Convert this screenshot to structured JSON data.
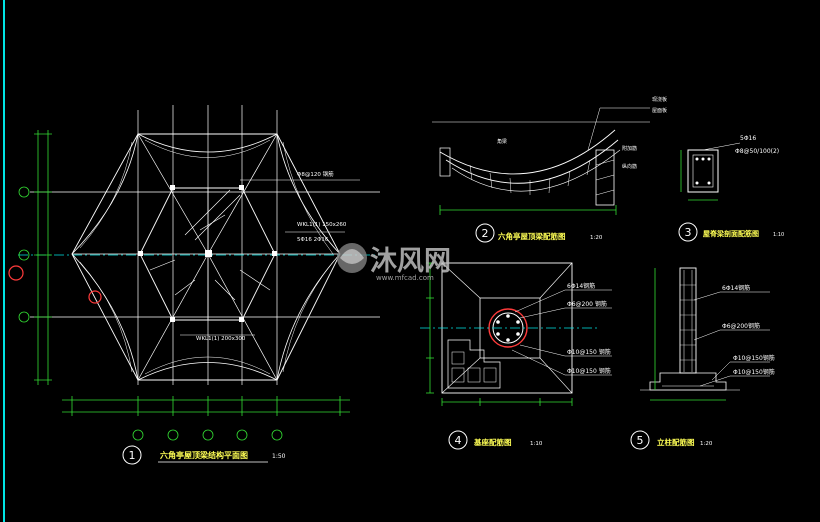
{
  "drawings": {
    "d1": {
      "number": "1",
      "title": "六角亭屋顶梁结构平面图",
      "scale": "1:50",
      "labels": [
        "WKL1(1) 150x260",
        "Φ8@120 钢筋",
        "5Φ16 2Φ16",
        "WKL1(1) 200x300"
      ]
    },
    "d2": {
      "number": "2",
      "title": "六角亭屋顶梁配筋图",
      "scale": "1:20",
      "labels": [
        "现浇板",
        "屋面板",
        "角梁",
        "附加筋",
        "纵向筋"
      ]
    },
    "d3": {
      "number": "3",
      "title": "屋脊梁剖面配筋图",
      "scale": "1:10",
      "labels": [
        "5Φ16",
        "Φ8@50/100(2)"
      ]
    },
    "d4": {
      "number": "4",
      "title": "基座配筋图",
      "scale": "1:10",
      "labels": [
        "6Φ14钢筋",
        "Φ6@200 钢筋",
        "Φ10@150 钢筋",
        "Φ10@150 钢筋"
      ]
    },
    "d5": {
      "number": "5",
      "title": "立柱配筋图",
      "scale": "1:20",
      "labels": [
        "6Φ14钢筋",
        "Φ6@200钢筋",
        "Φ10@150钢筋",
        "Φ10@150钢筋"
      ]
    }
  },
  "watermark": {
    "brand": "沐风网",
    "url": "www.mfcad.com"
  },
  "colors": {
    "background": "#000000",
    "line": "#ffffff",
    "text_yellow": "#ffff55",
    "dim_green": "#33dd33",
    "axis_cyan": "#00e5e5",
    "marker_red": "#ff3b3b"
  }
}
